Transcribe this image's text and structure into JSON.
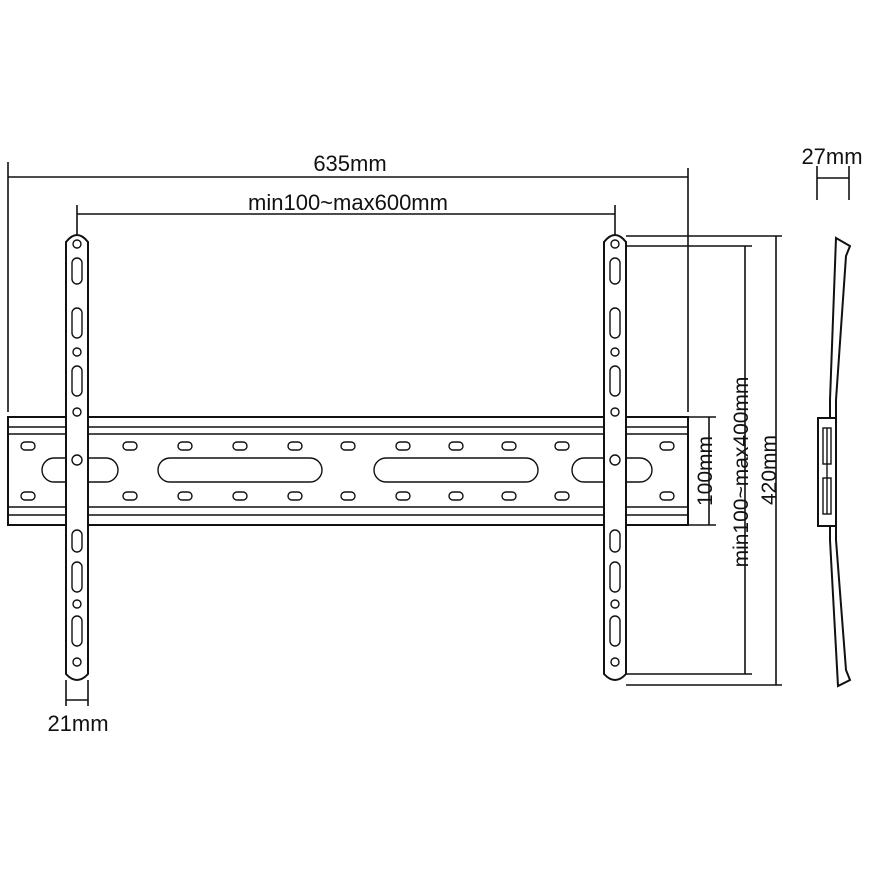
{
  "dimensions": {
    "overall_width": "635mm",
    "vesa_horizontal": "min100~max600mm",
    "depth": "27mm",
    "wall_plate_height": "100mm",
    "vesa_vertical": "min100~max400mm",
    "arm_height": "420mm",
    "arm_width": "21mm"
  },
  "colors": {
    "line": "#111111",
    "background": "#ffffff"
  }
}
